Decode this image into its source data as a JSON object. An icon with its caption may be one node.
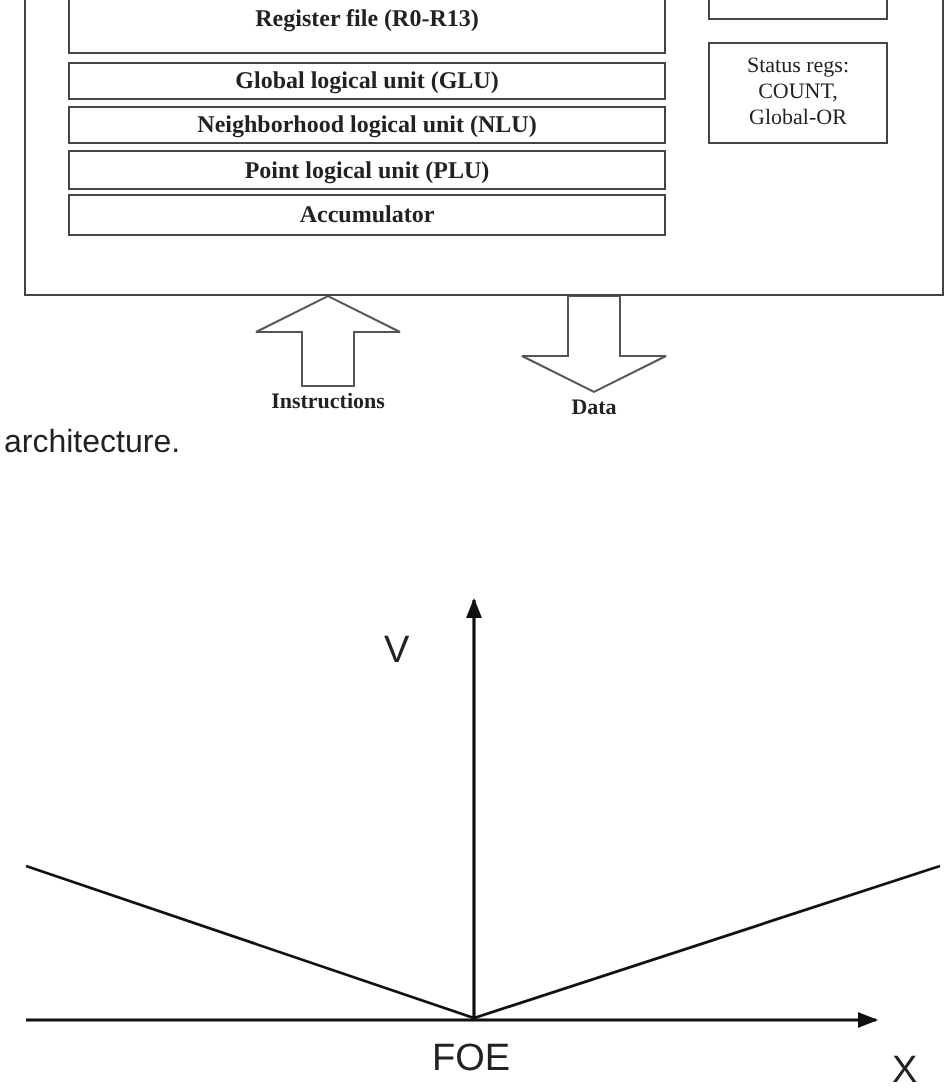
{
  "diagram": {
    "caption": "architecture.",
    "nodes": [
      {
        "text": [],
        "shape": "box"
      },
      {
        "text": [],
        "shape": "box",
        "in": 0
      },
      {
        "text": [
          "Register file (R0-R13)"
        ],
        "in": 0
      },
      {
        "text": [
          "Global logical unit (GLU)"
        ],
        "in": 0
      },
      {
        "text": [
          "Neighborhood logical unit (NLU)"
        ],
        "in": 0
      },
      {
        "text": [
          "Point logical unit (PLU)"
        ],
        "in": 0
      },
      {
        "text": [
          "Accumulator"
        ],
        "in": 0
      },
      {
        "text": [
          "Status regs: COUNT, Global-OR"
        ],
        "in": 0
      },
      {
        "text": [
          "Instructions"
        ]
      },
      {
        "text": [
          "Data"
        ]
      }
    ],
    "edges": [
      {
        "from": 8,
        "to": 0,
        "arrow": "to"
      },
      {
        "from": 0,
        "to": 9,
        "arrow": "to"
      }
    ],
    "labels": [
      "V",
      "FOE",
      "X"
    ]
  }
}
